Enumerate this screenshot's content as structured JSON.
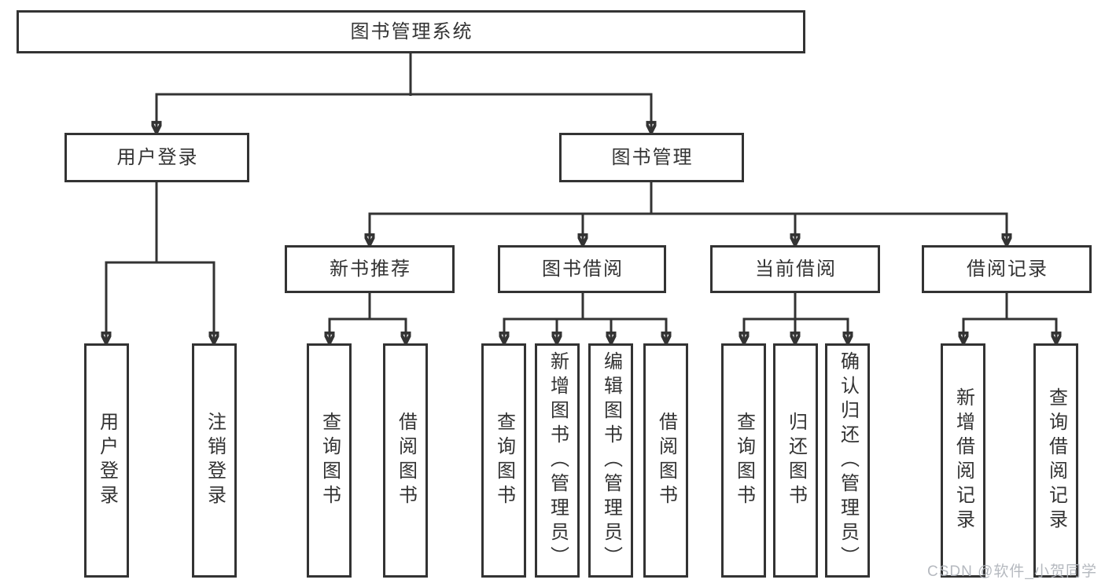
{
  "colors": {
    "line": "#333333",
    "text": "#333333",
    "box_bg": "#ffffff",
    "watermark": "#aeb2b9",
    "background": "#ffffff"
  },
  "watermark": {
    "text": "CSDN @软件_小贺同学"
  },
  "tree": {
    "label": "图书管理系统",
    "children": [
      {
        "label": "用户登录",
        "children": [
          {
            "label": "用户登录"
          },
          {
            "label": "注销登录"
          }
        ]
      },
      {
        "label": "图书管理",
        "children": [
          {
            "label": "新书推荐",
            "children": [
              {
                "label": "查询图书"
              },
              {
                "label": "借阅图书"
              }
            ]
          },
          {
            "label": "图书借阅",
            "children": [
              {
                "label": "查询图书"
              },
              {
                "label": "新增图书（管理员）"
              },
              {
                "label": "编辑图书（管理员）"
              },
              {
                "label": "借阅图书"
              }
            ]
          },
          {
            "label": "当前借阅",
            "children": [
              {
                "label": "查询图书"
              },
              {
                "label": "归还图书"
              },
              {
                "label": "确认归还（管理员）"
              }
            ]
          },
          {
            "label": "借阅记录",
            "children": [
              {
                "label": "新增借阅记录"
              },
              {
                "label": "查询借阅记录"
              }
            ]
          }
        ]
      }
    ]
  }
}
